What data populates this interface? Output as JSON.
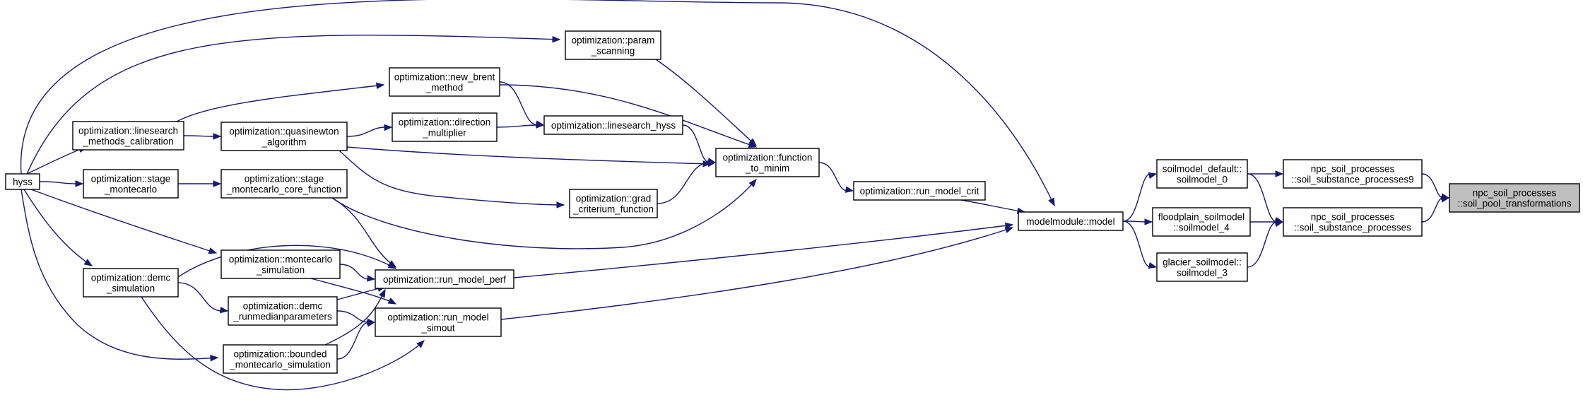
{
  "nodes": [
    {
      "id": "hyss",
      "lines": [
        "hyss"
      ]
    },
    {
      "id": "linesearch_cal",
      "lines": [
        "optimization::linesearch",
        "_methods_calibration"
      ]
    },
    {
      "id": "stage_mc",
      "lines": [
        "optimization::stage",
        "_montecarlo"
      ]
    },
    {
      "id": "demc_sim",
      "lines": [
        "optimization::demc",
        "_simulation"
      ]
    },
    {
      "id": "param_scanning",
      "lines": [
        "optimization::param",
        "_scanning"
      ]
    },
    {
      "id": "new_brent",
      "lines": [
        "optimization::new_brent",
        "_method"
      ]
    },
    {
      "id": "quasinewton",
      "lines": [
        "optimization::quasinewton",
        "_algorithm"
      ]
    },
    {
      "id": "direction_mult",
      "lines": [
        "optimization::direction",
        "_multiplier"
      ]
    },
    {
      "id": "linesearch_hyss",
      "lines": [
        "optimization::linesearch_hyss"
      ]
    },
    {
      "id": "stage_mc_core",
      "lines": [
        "optimization::stage",
        "_montecarlo_core_function"
      ]
    },
    {
      "id": "grad_crit",
      "lines": [
        "optimization::grad",
        "_criterium_function"
      ]
    },
    {
      "id": "function_to_minim",
      "lines": [
        "optimization::function",
        "_to_minim"
      ]
    },
    {
      "id": "run_model_crit",
      "lines": [
        "optimization::run_model_crit"
      ]
    },
    {
      "id": "mc_sim",
      "lines": [
        "optimization::montecarlo",
        "_simulation"
      ]
    },
    {
      "id": "run_model_perf",
      "lines": [
        "optimization::run_model_perf"
      ]
    },
    {
      "id": "demc_runmedian",
      "lines": [
        "optimization::demc",
        "_runmedianparameters"
      ]
    },
    {
      "id": "run_model_simout",
      "lines": [
        "optimization::run_model",
        "_simout"
      ]
    },
    {
      "id": "bounded_mc",
      "lines": [
        "optimization::bounded",
        "_montecarlo_simulation"
      ]
    },
    {
      "id": "modelmodule_model",
      "lines": [
        "modelmodule::model"
      ]
    },
    {
      "id": "soilmodel_0",
      "lines": [
        "soilmodel_default::",
        "soilmodel_0"
      ]
    },
    {
      "id": "soilmodel_4",
      "lines": [
        "floodplain_soilmodel",
        "::soilmodel_4"
      ]
    },
    {
      "id": "soilmodel_3",
      "lines": [
        "glacier_soilmodel::",
        "soilmodel_3"
      ]
    },
    {
      "id": "soil_sub_proc9",
      "lines": [
        "npc_soil_processes",
        "::soil_substance_processes9"
      ]
    },
    {
      "id": "soil_sub_proc",
      "lines": [
        "npc_soil_processes",
        "::soil_substance_processes"
      ]
    },
    {
      "id": "soil_pool_trans",
      "lines": [
        "npc_soil_processes",
        "::soil_pool_transformations"
      ],
      "highlighted": true
    }
  ],
  "edges": [
    {
      "from": "hyss",
      "to": "linesearch_cal"
    },
    {
      "from": "hyss",
      "to": "stage_mc"
    },
    {
      "from": "hyss",
      "to": "demc_sim"
    },
    {
      "from": "hyss",
      "to": "param_scanning"
    },
    {
      "from": "hyss",
      "to": "modelmodule_model"
    },
    {
      "from": "hyss",
      "to": "mc_sim"
    },
    {
      "from": "hyss",
      "to": "bounded_mc"
    },
    {
      "from": "linesearch_cal",
      "to": "new_brent"
    },
    {
      "from": "linesearch_cal",
      "to": "quasinewton"
    },
    {
      "from": "stage_mc",
      "to": "stage_mc_core"
    },
    {
      "from": "demc_sim",
      "to": "demc_runmedian"
    },
    {
      "from": "demc_sim",
      "to": "run_model_simout"
    },
    {
      "from": "quasinewton",
      "to": "direction_mult"
    },
    {
      "from": "quasinewton",
      "to": "function_to_minim"
    },
    {
      "from": "quasinewton",
      "to": "grad_crit"
    },
    {
      "from": "direction_mult",
      "to": "linesearch_hyss"
    },
    {
      "from": "new_brent",
      "to": "linesearch_hyss"
    },
    {
      "from": "new_brent",
      "to": "function_to_minim"
    },
    {
      "from": "linesearch_hyss",
      "to": "function_to_minim"
    },
    {
      "from": "param_scanning",
      "to": "function_to_minim"
    },
    {
      "from": "grad_crit",
      "to": "function_to_minim"
    },
    {
      "from": "stage_mc_core",
      "to": "function_to_minim"
    },
    {
      "from": "stage_mc_core",
      "to": "run_model_perf"
    },
    {
      "from": "function_to_minim",
      "to": "run_model_crit"
    },
    {
      "from": "run_model_crit",
      "to": "modelmodule_model"
    },
    {
      "from": "mc_sim",
      "to": "run_model_perf"
    },
    {
      "from": "mc_sim",
      "to": "run_model_simout"
    },
    {
      "from": "demc_sim",
      "to": "run_model_perf"
    },
    {
      "from": "demc_runmedian",
      "to": "run_model_perf"
    },
    {
      "from": "demc_runmedian",
      "to": "run_model_simout"
    },
    {
      "from": "bounded_mc",
      "to": "run_model_perf"
    },
    {
      "from": "bounded_mc",
      "to": "run_model_simout"
    },
    {
      "from": "run_model_perf",
      "to": "modelmodule_model"
    },
    {
      "from": "run_model_simout",
      "to": "modelmodule_model"
    },
    {
      "from": "modelmodule_model",
      "to": "soilmodel_0"
    },
    {
      "from": "modelmodule_model",
      "to": "soilmodel_4"
    },
    {
      "from": "modelmodule_model",
      "to": "soilmodel_3"
    },
    {
      "from": "soilmodel_0",
      "to": "soil_sub_proc9"
    },
    {
      "from": "soilmodel_0",
      "to": "soil_sub_proc"
    },
    {
      "from": "soilmodel_4",
      "to": "soil_sub_proc"
    },
    {
      "from": "soilmodel_3",
      "to": "soil_sub_proc"
    },
    {
      "from": "soil_sub_proc9",
      "to": "soil_pool_trans"
    },
    {
      "from": "soil_sub_proc",
      "to": "soil_pool_trans"
    }
  ],
  "colors": {
    "edge": "#191970",
    "highlighted_fill": "#bfbfbf"
  }
}
